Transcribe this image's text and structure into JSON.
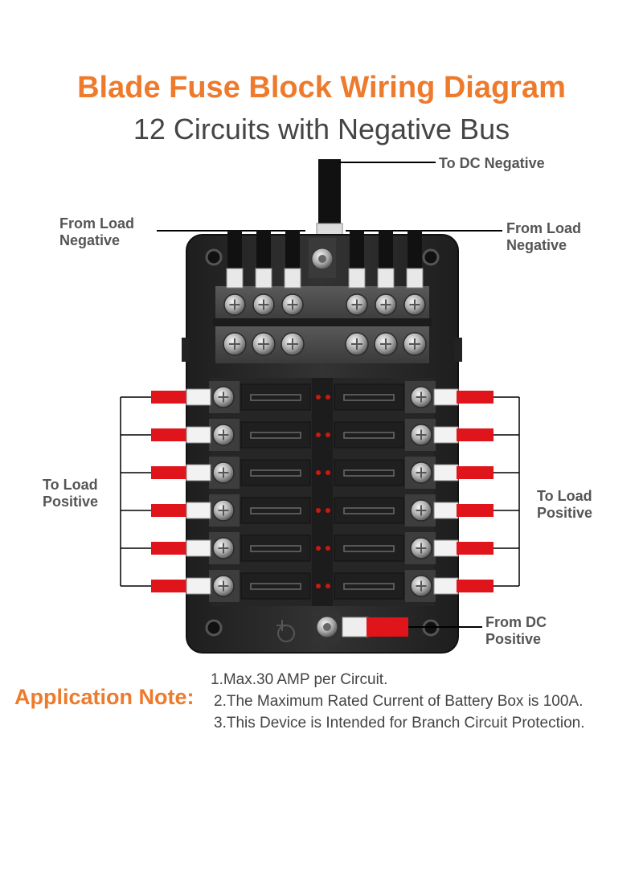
{
  "title": "Blade Fuse Block Wiring Diagram",
  "subtitle": "12 Circuits with Negative Bus",
  "labels": {
    "dc_negative": "To DC Negative",
    "load_negative_left": [
      "From Load",
      "Negative"
    ],
    "load_negative_right": [
      "From Load",
      "Negative"
    ],
    "load_positive_left": [
      "To Load",
      "Positive"
    ],
    "load_positive_right": [
      "To Load",
      "Positive"
    ],
    "dc_positive": [
      "From DC",
      "Positive"
    ]
  },
  "application_note": {
    "heading": "Application Note:",
    "items": [
      "1.Max.30 AMP per Circuit.",
      "2.The Maximum Rated Current of Battery Box is 100A.",
      "3.This Device is Intended for Branch Circuit Protection."
    ]
  },
  "colors": {
    "accent_orange": "#ee7a2c",
    "text_gray": "#555555",
    "block_dark": "#2b2b2b",
    "wire_red": "#e0141b",
    "led_red": "#c81a10"
  },
  "fuse_block": {
    "circuits_per_side": 6,
    "negative_studs_per_side": 3
  }
}
